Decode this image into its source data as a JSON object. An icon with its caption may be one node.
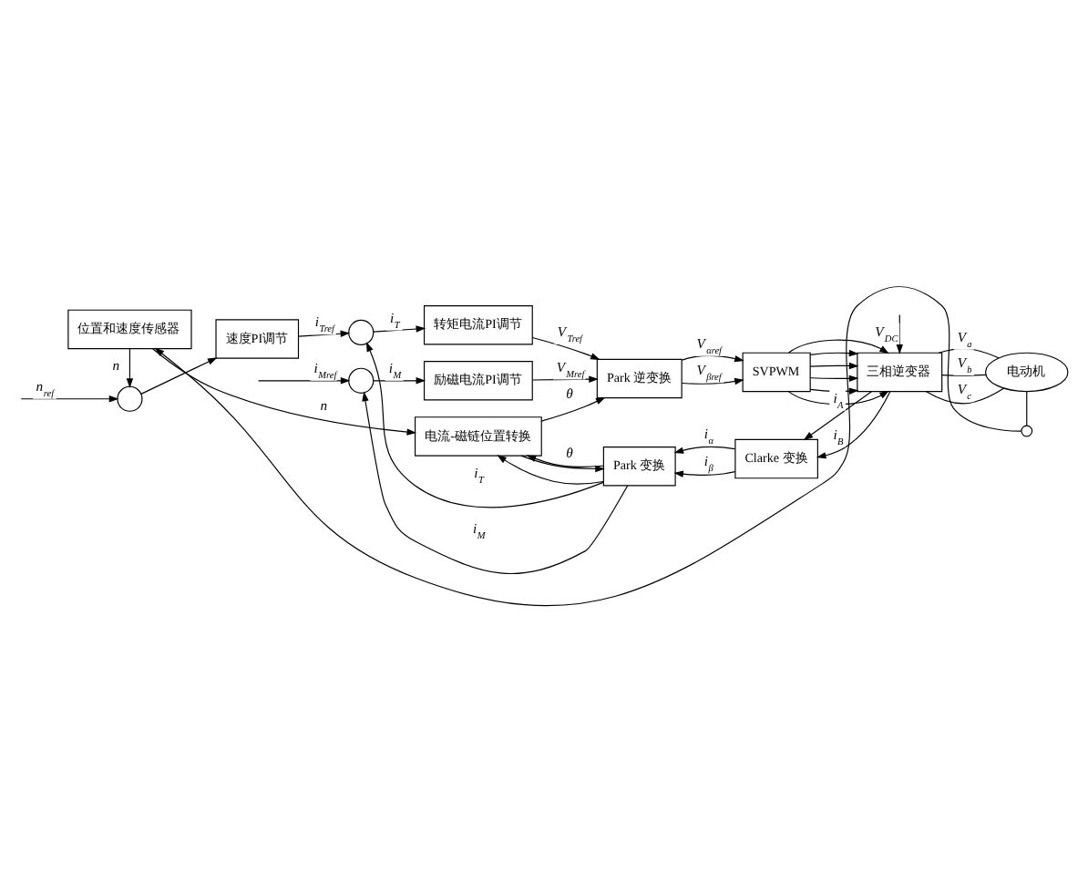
{
  "diagram": {
    "nodes": [
      {
        "text": [],
        "shape": "circle"
      },
      {
        "text": [
          "速度PI调节"
        ]
      },
      {
        "text": [],
        "shape": "circle"
      },
      {
        "text": [
          "转矩电流PI调节"
        ]
      },
      {
        "text": [
          "Park 逆变换"
        ]
      },
      {
        "text": [
          "SVPWM"
        ]
      },
      {
        "text": [
          "三相逆变器"
        ]
      },
      {
        "text": [],
        "shape": "circle"
      },
      {
        "text": [
          "励磁电流PI调节"
        ]
      },
      {
        "text": [
          "电流-磁链位置转换"
        ]
      },
      {
        "text": [
          "Park 变换"
        ]
      },
      {
        "text": [
          "Clarke 变换"
        ]
      },
      {
        "text": [
          "电动机"
        ]
      },
      {
        "text": [
          "位置和速度传感器"
        ]
      },
      {
        "text": [],
        "shape": "circle"
      }
    ],
    "edges": [
      {
        "from": null,
        "to": 0,
        "arrow": "to",
        "label": "n$_{ref}$"
      },
      {
        "from": 0,
        "to": 1,
        "arrow": "to"
      },
      {
        "from": 1,
        "to": 2,
        "arrow": "to",
        "label": "i$_{Tref}$"
      },
      {
        "from": 2,
        "to": 3,
        "arrow": "to",
        "label": "i$_{T}$"
      },
      {
        "from": 3,
        "to": 4,
        "arrow": "to",
        "label": "V$_{Tref}$"
      },
      {
        "from": 4,
        "to": 5,
        "arrow": "to",
        "label": "V$_{αref}$"
      },
      {
        "from": 4,
        "to": 5,
        "arrow": "to",
        "label": "V$_{βref}$"
      },
      {
        "from": 5,
        "to": 6,
        "arrow": "to"
      },
      {
        "from": 5,
        "to": 6,
        "arrow": "to"
      },
      {
        "from": 5,
        "to": 6,
        "arrow": "to"
      },
      {
        "from": 5,
        "to": 6,
        "arrow": "to"
      },
      {
        "from": 5,
        "to": 6,
        "arrow": "to"
      },
      {
        "from": 5,
        "to": 6,
        "arrow": "to"
      },
      {
        "from": null,
        "to": 6,
        "arrow": "to",
        "label": "V$_{DC}$"
      },
      {
        "from": null,
        "to": 7,
        "arrow": "to",
        "label": "i$_{Mref}$"
      },
      {
        "from": 7,
        "to": 8,
        "arrow": "to",
        "label": "i$_{M}$"
      },
      {
        "from": 8,
        "to": 4,
        "arrow": "to",
        "label": "V$_{Mref}$"
      },
      {
        "from": 9,
        "to": 4,
        "arrow": "to",
        "label": "θ"
      },
      {
        "from": 9,
        "to": 10,
        "arrow": "to",
        "label": "θ"
      },
      {
        "from": 6,
        "to": 12,
        "arrow": "none",
        "label": "V$_{a}$"
      },
      {
        "from": 6,
        "to": 12,
        "arrow": "none",
        "label": "V$_{b}$"
      },
      {
        "from": 6,
        "to": 12,
        "arrow": "none",
        "label": "V$_{c}$"
      },
      {
        "from": 6,
        "to": 11,
        "arrow": "to",
        "label": "i$_{A}$"
      },
      {
        "from": 6,
        "to": 11,
        "arrow": "to",
        "label": "i$_{B}$"
      },
      {
        "from": 11,
        "to": 10,
        "arrow": "to",
        "label": "i$_{α}$"
      },
      {
        "from": 11,
        "to": 10,
        "arrow": "to",
        "label": "i$_{β}$"
      },
      {
        "from": 10,
        "to": 2,
        "arrow": "to",
        "label": "i$_{T}$"
      },
      {
        "from": 10,
        "to": 9,
        "arrow": "to"
      },
      {
        "from": 10,
        "to": 7,
        "arrow": "to",
        "label": "i$_{M}$"
      },
      {
        "from": 10,
        "to": 9,
        "arrow": "to"
      },
      {
        "from": 12,
        "to": 14,
        "arrow": "none"
      },
      {
        "from": 14,
        "to": 13,
        "arrow": "to"
      },
      {
        "from": 13,
        "to": 0,
        "arrow": "to",
        "label": "n"
      },
      {
        "from": 13,
        "to": 9,
        "arrow": "to",
        "label": "n"
      }
    ]
  }
}
